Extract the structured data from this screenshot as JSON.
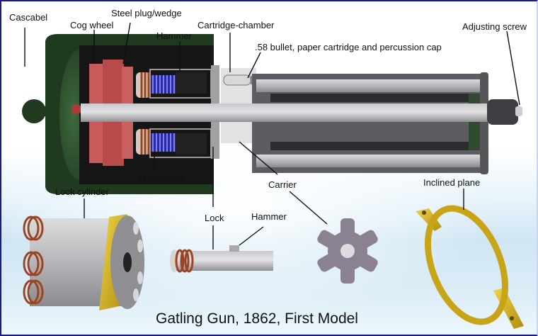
{
  "title": "Gatling Gun, 1862, First Model",
  "labels": {
    "cascabel": "Cascabel",
    "cog_wheel": "Cog wheel",
    "steel_plug": "Steel plug/wedge",
    "hammer_top": "Hammer",
    "cartridge_chamber": "Cartridge-chamber",
    "bullet": ".58 bullet, paper cartridge and percussion cap",
    "adjusting_screw": "Adjusting screw",
    "mainspring": "Mainspring",
    "lock_cylinder": "Lock cylinder",
    "lock": "Lock",
    "hammer_bottom": "Hammer",
    "carrier": "Carrier",
    "inclined_plane": "Inclined plane"
  },
  "colors": {
    "housing": "#1f3a1f",
    "plug": "#b84a4a",
    "spring_blue": "#3a3ad0",
    "spring_copper": "#9a4422",
    "steel": "#a9a9ad",
    "brass": "#d4b21e",
    "border": "#1a1a8c"
  }
}
